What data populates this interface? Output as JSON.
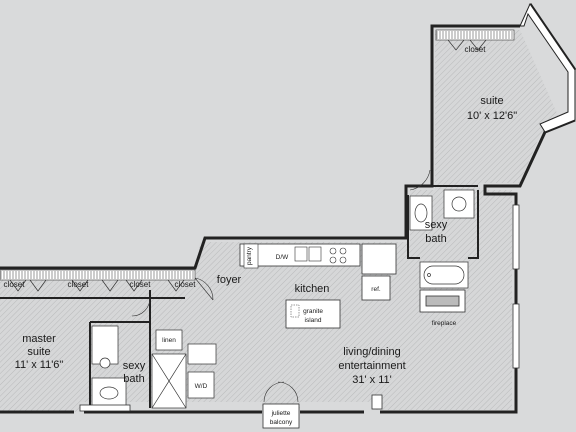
{
  "colors": {
    "background": "#d9dadb",
    "floor": "#d3d4d5",
    "wall": "#222222",
    "line": "#444444",
    "fixture": "#ffffff"
  },
  "rooms": {
    "suite": {
      "name": "suite",
      "dims": "10' x 12'6\""
    },
    "master_suite": {
      "name": "master",
      "name2": "suite",
      "dims": "11' x 11'6\""
    },
    "living": {
      "name": "living/dining",
      "name2": "entertainment",
      "dims": "31' x 11'"
    },
    "kitchen": "kitchen",
    "foyer": "foyer",
    "bath_upper": {
      "l1": "sexy",
      "l2": "bath"
    },
    "bath_lower": {
      "l1": "sexy",
      "l2": "bath"
    },
    "granite_island": {
      "l1": "granite",
      "l2": "island"
    }
  },
  "labels": {
    "closet_suite": "closet",
    "closet_left_1": "closet",
    "closet_left_2": "closet",
    "closet_left_3": "closet",
    "closet_left_4": "closet",
    "ref": "ref.",
    "fireplace": "fireplace",
    "linen": "linen",
    "wd": "W/D",
    "dw": "D/W",
    "pantry": "pantry",
    "balcony_l1": "juliette",
    "balcony_l2": "balcony"
  }
}
